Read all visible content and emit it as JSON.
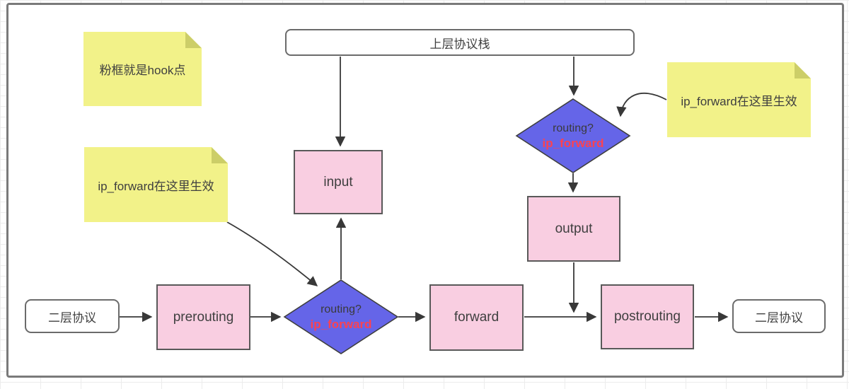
{
  "notes": [
    {
      "id": "note-hook-point",
      "text": "粉框就是hook点"
    },
    {
      "id": "note-ipforward-left",
      "text": "ip_forward在这里生效"
    },
    {
      "id": "note-ipforward-right",
      "text": "ip_forward在这里生效"
    }
  ],
  "nodes": {
    "upper_stack": {
      "label": "上层协议栈"
    },
    "input": {
      "label": "input"
    },
    "output": {
      "label": "output"
    },
    "prerouting": {
      "label": "prerouting"
    },
    "forward": {
      "label": "forward"
    },
    "postrouting": {
      "label": "postrouting"
    },
    "layer2_left": {
      "label": "二层协议"
    },
    "layer2_right": {
      "label": "二层协议"
    },
    "routing_lower": {
      "line1": "routing?",
      "line2": "ip_forward"
    },
    "routing_upper": {
      "line1": "routing?",
      "line2": "ip_forward"
    }
  },
  "colors": {
    "hook_box_fill": "#f9cee1",
    "hook_box_border": "#595959",
    "diamond_fill": "#6565e8",
    "diamond_border": "#3f3f3f",
    "note_fill": "#f2f289",
    "note_fold": "#ccce68",
    "red_text": "#fb4252",
    "arrow": "#383838",
    "frame_border": "#7a7a7a",
    "text": "#3f3f3f"
  }
}
